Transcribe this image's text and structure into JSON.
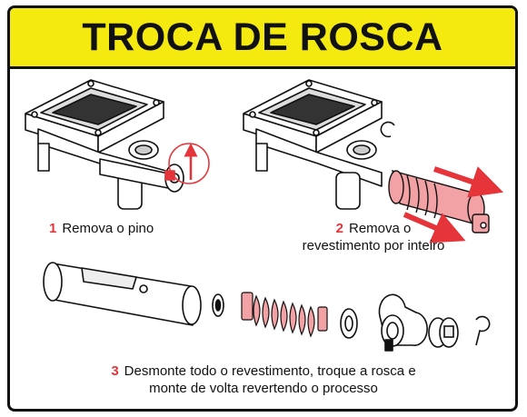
{
  "title": "TROCA DE ROSCA",
  "steps": [
    {
      "number": "1",
      "text": "Remova o pino"
    },
    {
      "number": "2",
      "line1": "Remova o",
      "line2": "revestimento por inteiro"
    },
    {
      "number": "3",
      "line1": "Desmonte todo o revestimento, troque a rosca e",
      "line2": "monte de volta revertendo o processo"
    }
  ],
  "colors": {
    "accent": "#e5343a",
    "banner": "#f4ea0f",
    "highlight": "#f2a1a4",
    "outline": "#111111"
  }
}
